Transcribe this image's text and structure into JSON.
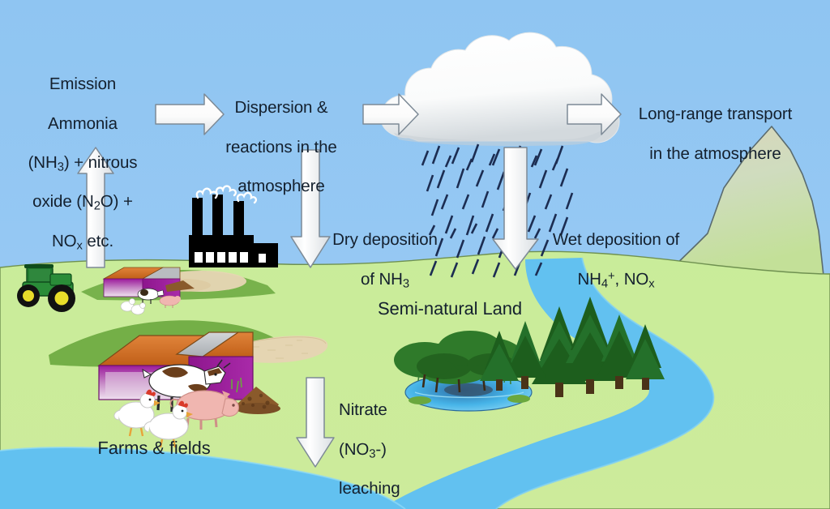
{
  "diagram": {
    "title": "Nitrogen cycle: emission, deposition and leaching",
    "colors": {
      "sky": "#93c7f2",
      "grass_light": "#cdeb9b",
      "grass_mid": "#a8e06a",
      "grass_dark": "#57a13a",
      "water": "#62c1f0",
      "mountain": "#cfdfc0",
      "arrow_fill": "#ffffff",
      "arrow_stroke": "#7d8a96",
      "cloud": "#ffffff",
      "cloud_shadow": "#d7dde1",
      "rain": "#1c2d52",
      "text": "#14202e",
      "barn_wall": "#9c1a9c",
      "barn_roof": "#d2691e",
      "barn_roof_grey": "#b9bcc0",
      "tractor": "#1f7a2e",
      "factory": "#000000",
      "sand": "#e3d3ae",
      "manure": "#8a5a2b",
      "conifer": "#1d5e1d",
      "pig": "#f0b6b0",
      "cow": "#ffffff"
    },
    "labels": {
      "emission": {
        "lines": [
          "Emission",
          "Ammonia",
          "(NH₃) + nitrous",
          "oxide (N₂O) +",
          "NOₓ etc."
        ],
        "plain": "Emission Ammonia (NH3) + nitrous oxide (N2O) + NOx etc."
      },
      "dispersion": {
        "lines": [
          "Dispersion &",
          "reactions in the",
          "atmosphere"
        ],
        "plain": "Dispersion & reactions in the atmosphere"
      },
      "long_range": {
        "lines": [
          "Long-range transport",
          "in the atmosphere"
        ],
        "plain": "Long-range transport in the atmosphere"
      },
      "dry_deposition": {
        "lines": [
          "Dry deposition",
          "of NH₃"
        ],
        "plain": "Dry deposition of NH3"
      },
      "wet_deposition": {
        "lines": [
          "Wet deposition of",
          "NH₄⁺, NOₓ"
        ],
        "plain": "Wet deposition of NH4+, NOx"
      },
      "semi_natural_land": {
        "plain": "Semi-natural Land"
      },
      "nitrate_leaching": {
        "lines": [
          "Nitrate",
          "(NO₃-)",
          "leaching"
        ],
        "plain": "Nitrate (NO3-) leaching"
      },
      "farms_fields": {
        "plain": "Farms & fields"
      }
    },
    "flow_arrows": [
      {
        "name": "emission-up-arrow",
        "direction": "up",
        "from": "farms & fields",
        "to": "emission label"
      },
      {
        "name": "emission-to-dispersion-arrow",
        "direction": "right",
        "from": "emission",
        "to": "dispersion"
      },
      {
        "name": "dispersion-to-cloud-arrow",
        "direction": "right",
        "from": "dispersion",
        "to": "cloud"
      },
      {
        "name": "cloud-to-longrange-arrow",
        "direction": "right",
        "from": "cloud",
        "to": "long-range transport"
      },
      {
        "name": "dry-deposition-arrow",
        "direction": "down",
        "from": "atmosphere",
        "to": "land"
      },
      {
        "name": "wet-deposition-arrow",
        "direction": "down",
        "from": "cloud",
        "to": "land"
      },
      {
        "name": "nitrate-leaching-arrow",
        "direction": "down",
        "from": "fields",
        "to": "water"
      }
    ],
    "scene_objects": [
      "cloud",
      "rainfall",
      "mountain",
      "river",
      "lake",
      "tractor",
      "factory",
      "barns",
      "cow",
      "pig",
      "chickens",
      "manure-pile",
      "sandy-field",
      "conifer-trees",
      "deciduous-trees",
      "pond"
    ]
  }
}
